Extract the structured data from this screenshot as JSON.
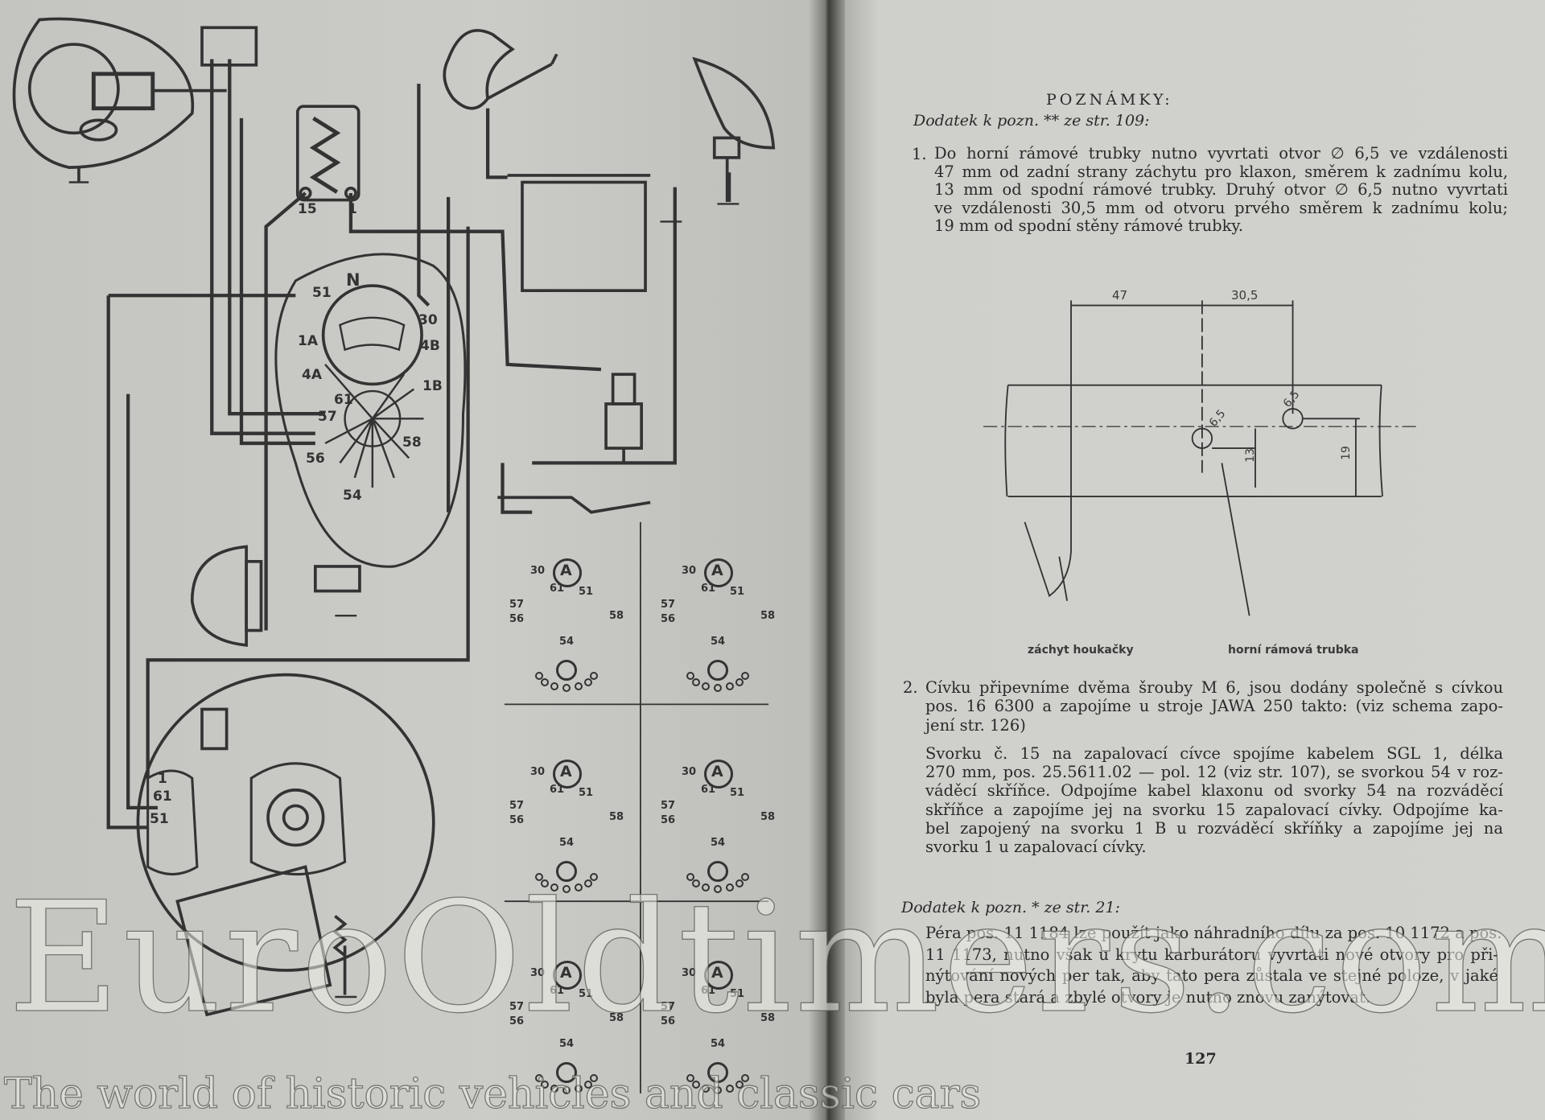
{
  "right_page": {
    "title": "POZNÁMKY:",
    "section1_heading": "Dodatek k pozn. ** ze str. 109:",
    "note1": {
      "number": "1.",
      "lines": [
        "Do horní rámové trubky nutno vyvrtati otvor ∅ 6,5 ve vzdálenosti",
        "47 mm od zadní strany záchytu pro klaxon, směrem k zadnímu kolu,",
        "13 mm od spodní rámové trubky. Druhý otvor ∅ 6,5 nutno vyvrtati",
        "ve vzdálenosti 30,5 mm od otvoru prvého směrem k zadnímu kolu;",
        "19 mm od spodní stěny rámové trubky."
      ]
    },
    "figure": {
      "dim_47": "47",
      "dim_30_5": "30,5",
      "hole1": "6,5",
      "hole2": "6,5",
      "dim_13": "13",
      "dim_19": "19",
      "label_left": "záchyt houkačky",
      "label_right": "horní rámová trubka"
    },
    "note2": {
      "number": "2.",
      "lines_a": [
        "Cívku připevníme dvěma šrouby M 6, jsou dodány společně s cívkou",
        "pos. 16 6300 a zapojíme u stroje JAWA 250 takto: (viz schema zapo-",
        "jení str. 126)"
      ],
      "lines_b": [
        "Svorku č. 15 na zapalovací cívce spojíme kabelem SGL 1, délka",
        "270 mm, pos. 25.5611.02 — pol. 12 (viz str. 107), se svorkou 54 v roz-",
        "váděcí skříňce. Odpojíme kabel klaxonu od svorky 54 na rozváděcí",
        "skříňce a zapojíme jej na svorku 15 zapalovací cívky. Odpojíme ka-",
        "bel zapojený na svorku 1 B u rozváděcí skříňky a zapojíme jej na",
        "svorku 1 u zapalovací cívky."
      ]
    },
    "section2_heading": "Dodatek k pozn. * ze str. 21:",
    "note3": {
      "lines": [
        "Péra pos. 11 1184 lze použít jako náhradního dílu za pos. 10 1172 a pos.",
        "11 1173, nutno však u krytu karburátoru vyvrtati nové otvory pro při-",
        "nýtování nových per tak, aby tato pera zůstala ve stejné poloze, v jaké",
        "byla pera stará a zbylé otvory je nutno znovu zanýtovat."
      ]
    },
    "page_number": "127"
  },
  "left_page": {
    "coil_terminals": {
      "t15": "15",
      "t1": "1"
    },
    "switchbox_terminals": {
      "N": "N",
      "t51": "51",
      "t30": "30",
      "t1A": "1A",
      "t4B": "4B",
      "t4A": "4A",
      "t1B": "1B",
      "t61": "61",
      "t57": "57",
      "t58": "58",
      "t56": "56",
      "t54": "54"
    },
    "magneto_terminals": {
      "t1": "1",
      "t61": "61",
      "t51": "51"
    },
    "switch_positions": [
      {
        "ammeter": "A",
        "t30": "30",
        "t61": "61",
        "t51": "51",
        "t57": "57",
        "t56": "56",
        "t54": "54",
        "t58": "58"
      },
      {
        "ammeter": "A",
        "t30": "30",
        "t61": "61",
        "t51": "51",
        "t57": "57",
        "t56": "56",
        "t54": "54",
        "t58": "58"
      },
      {
        "ammeter": "A",
        "t30": "30",
        "t61": "61",
        "t51": "51",
        "t57": "57",
        "t56": "56",
        "t54": "54",
        "t58": "58"
      },
      {
        "ammeter": "A",
        "t30": "30",
        "t61": "61",
        "t51": "51",
        "t57": "57",
        "t56": "56",
        "t54": "54",
        "t58": "58"
      },
      {
        "ammeter": "A",
        "t30": "30",
        "t61": "61",
        "t51": "51",
        "t57": "57",
        "t56": "56",
        "t54": "54",
        "t58": "58"
      },
      {
        "ammeter": "A",
        "t30": "30",
        "t61": "61",
        "t51": "51",
        "t57": "57",
        "t56": "56",
        "t54": "54",
        "t58": "58"
      }
    ]
  },
  "watermark": {
    "brand": "EuroOldtimers.com",
    "tagline": "The world of historic vehicles and classic cars"
  },
  "colors": {
    "ink": "#2a2a2a",
    "paper": "#cfcfcb"
  }
}
